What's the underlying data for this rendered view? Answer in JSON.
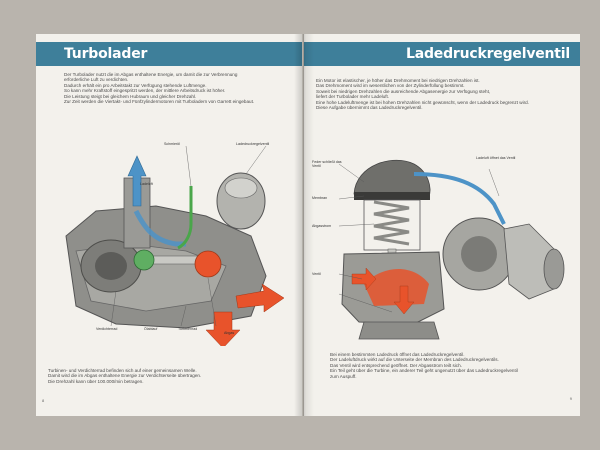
{
  "left_page": {
    "title": "Turbolader",
    "intro_lines": [
      "Der Turbolader nutzt die im Abgas enthaltene Energie, um damit die zur Verbrennung",
      "erforderliche Luft zu verdichten.",
      "Dadurch erhält ein pro Arbeitstakt zur Verfügung stehende Luftmenge.",
      "So kann mehr Kraftstoff eingespritzt werden, der mittlere Arbeitsdruck ist höher.",
      "Die Leistung steigt bei gleichem Hubraum und gleicher Drehzahl.",
      "Zur Zeit werden die Viertakt- und Fünfzylindermotoren mit Turboladern von Garrett eingebaut."
    ],
    "labels": {
      "schmieroel": "Schmieröl",
      "ladedruckregelventil": "Ladedruckregelventil",
      "ladeluft": "Ladeluft",
      "verdichterrad": "Verdichterrad",
      "oelablauf": "Ölablauf",
      "turbinenrad": "Turbinenrad",
      "abgas": "Abgas"
    },
    "bottom_lines": [
      "Turbinen- und Verdichterrad befinden sich auf einer gemeinsamen Welle.",
      "Damit wird die im Abgas enthaltene Energie zur Verdichterseite übertragen.",
      "Die Drehzahl kann über 100.000/min betragen."
    ],
    "page_number": "8"
  },
  "right_page": {
    "title": "Ladedruckregelventil",
    "intro_lines": [
      "Ein Motor ist elastischer, je höher das Drehmoment bei niedrigen Drehzahlen ist.",
      "Das Drehmoment wird im wesentlichen von der Zylinderfüllung bestimmt.",
      "Soweit bei niedrigen Drehzahlen die ausreichende Abgasenergie zur Verfügung steht,",
      "liefert der Turbolader mehr Ladeluft.",
      "Eine hohe Ladeluftmenge ist bei hohen Drehzahlen nicht gewünscht, wenn der Ladedruck begrenzt wird.",
      "Diese Aufgabe übernimmt das Ladedruckregelventil."
    ],
    "labels": {
      "feder_left": "Feder schließt das Ventil",
      "membran": "Membran",
      "abgasstrom": "Abgasstrom",
      "ventil_left": "Ventil",
      "ladeluft_right": "Ladeluft öffnet das Ventil"
    },
    "bottom_lines": [
      "Bei einem bestimmten Ladedruck öffnet das Ladedruckregelventil.",
      "Der Ladeluftdruck wirkt auf die Unterseite der Membran des Ladedruckregelventils.",
      "Das Ventil wird entsprechend geöffnet. Der Abgasstrom teilt sich.",
      "Ein Teil geht über die Turbine, ein anderer Teil geht ungenutzt über das Ladedruckregelventil",
      "zum Auspuff."
    ],
    "page_number": "9"
  },
  "colors": {
    "header_bar": "#3e7f9a",
    "page_paper": "#f3f1ec",
    "background": "#b9b4ad",
    "arrow_red": "#e8532b",
    "arrow_blue": "#4d93c7",
    "green_oil": "#4aa64a",
    "metal_gray": "#9a9a96"
  }
}
